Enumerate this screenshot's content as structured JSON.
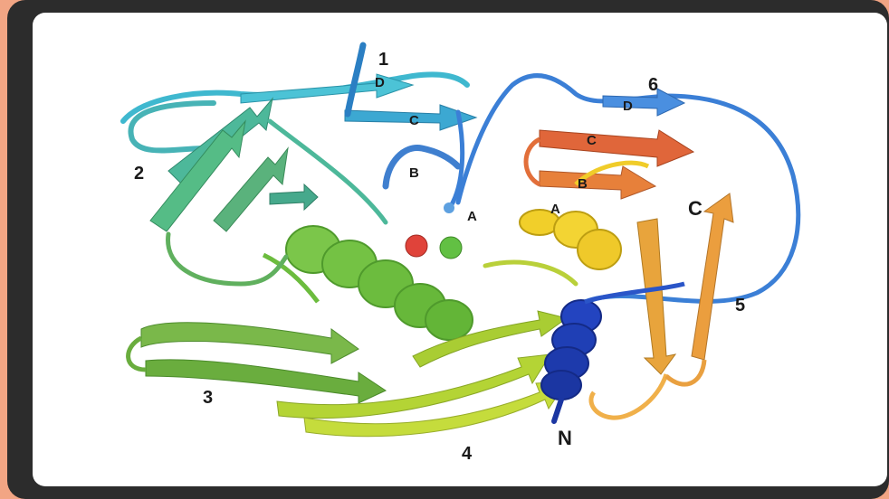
{
  "labels": {
    "strand_1": "1",
    "strand_2": "2",
    "strand_3": "3",
    "strand_4": "4",
    "strand_5": "5",
    "strand_6": "6",
    "left_D": "D",
    "left_C": "C",
    "left_B": "B",
    "left_A": "A",
    "right_D": "D",
    "right_C": "C",
    "right_B": "B",
    "right_A": "A",
    "c_terminus": "C",
    "n_terminus": "N"
  },
  "colors": {
    "background_border": "#f2a584",
    "frame": "#2c2c2c",
    "panel": "#ffffff",
    "cyan": "#3fb8cf",
    "teal": "#4db89a",
    "green": "#74c244",
    "yellow_green": "#b4d435",
    "yellow": "#f1cf2a",
    "orange": "#e99a3a",
    "red_orange": "#e0663a",
    "blue": "#1f3fb5",
    "light_blue": "#3b7fd6",
    "metal_red": "#e0433a",
    "metal_green": "#62c043"
  },
  "icons": [
    "metal-ion-red",
    "metal-ion-green"
  ]
}
